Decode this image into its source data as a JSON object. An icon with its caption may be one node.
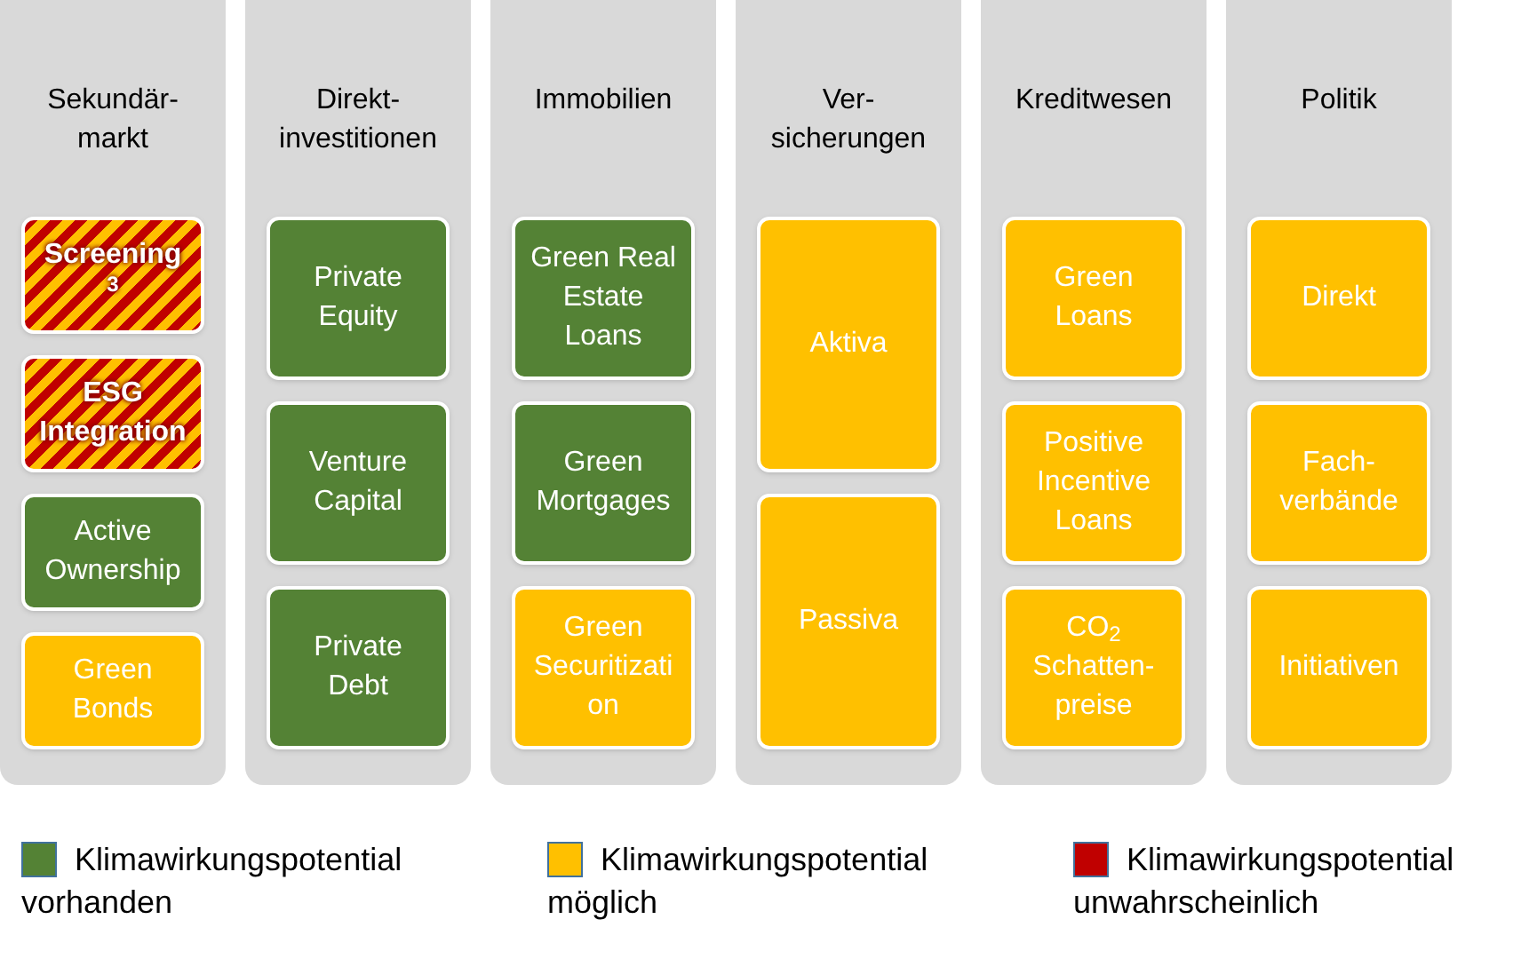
{
  "diagram": {
    "nodes": [
      {
        "text": [
          "Sekundär- markt"
        ]
      },
      {
        "text": [
          "Screening$^{3}$"
        ],
        "in": 0
      },
      {
        "text": [
          "ESG Integration"
        ],
        "in": 0
      },
      {
        "text": [
          "Active Ownership"
        ],
        "in": 0
      },
      {
        "text": [
          "Green Bonds"
        ],
        "in": 0
      },
      {
        "text": [
          "Direkt- investitionen"
        ]
      },
      {
        "text": [
          "Private Equity"
        ],
        "in": 5
      },
      {
        "text": [
          "Venture Capital"
        ],
        "in": 5
      },
      {
        "text": [
          "Private Debt"
        ],
        "in": 5
      },
      {
        "text": [
          "Immobilien"
        ]
      },
      {
        "text": [
          "Green Real Estate Loans"
        ],
        "in": 9
      },
      {
        "text": [
          "Green Mortgages"
        ],
        "in": 9
      },
      {
        "text": [
          "Green Securitization"
        ],
        "in": 9
      },
      {
        "text": [
          "Ver- sicherungen"
        ]
      },
      {
        "text": [
          "Aktiva"
        ],
        "in": 13
      },
      {
        "text": [
          "Passiva"
        ],
        "in": 13
      },
      {
        "text": [
          "Kreditwesen"
        ]
      },
      {
        "text": [
          "Green Loans"
        ],
        "in": 16
      },
      {
        "text": [
          "Positive Incentive Loans"
        ],
        "in": 16
      },
      {
        "text": [
          "CO$_{2}$ Schatten- preise"
        ],
        "in": 16
      },
      {
        "text": [
          "Politik"
        ]
      },
      {
        "text": [
          "Direkt"
        ],
        "in": 20
      },
      {
        "text": [
          "Fach- verbände"
        ],
        "in": 20
      },
      {
        "text": [
          "Initiativen"
        ],
        "in": 20
      }
    ],
    "legend": [
      {
        "text": "Klimawirkungspotential vorhanden",
        "color": "#548235"
      },
      {
        "text": "Klimawirkungspotential möglich",
        "color": "#ffc000"
      },
      {
        "text": "Klimawirkungspotential unwahrscheinlich",
        "color": "#c00000"
      }
    ]
  }
}
